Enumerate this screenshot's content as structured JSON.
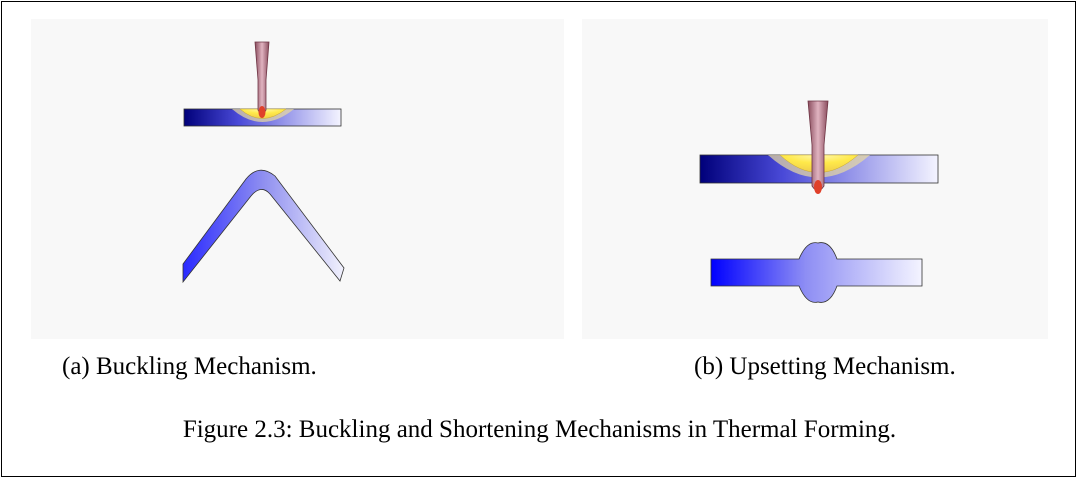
{
  "panels": [
    {
      "id": "a",
      "caption": "(a) Buckling Mechanism."
    },
    {
      "id": "b",
      "caption": "(b) Upsetting Mechanism."
    }
  ],
  "figure_caption": "Figure 2.3: Buckling and Shortening Mechanisms in Thermal Forming.",
  "colors": {
    "plate_dark": "#00007a",
    "plate_mid": "#3b3bff",
    "plate_light": "#f4f4ff",
    "heat_yellow": "#ffe94a",
    "beam": "#b06a7f",
    "beam_light": "#e3b8c4",
    "hot_core": "#e0402a"
  }
}
